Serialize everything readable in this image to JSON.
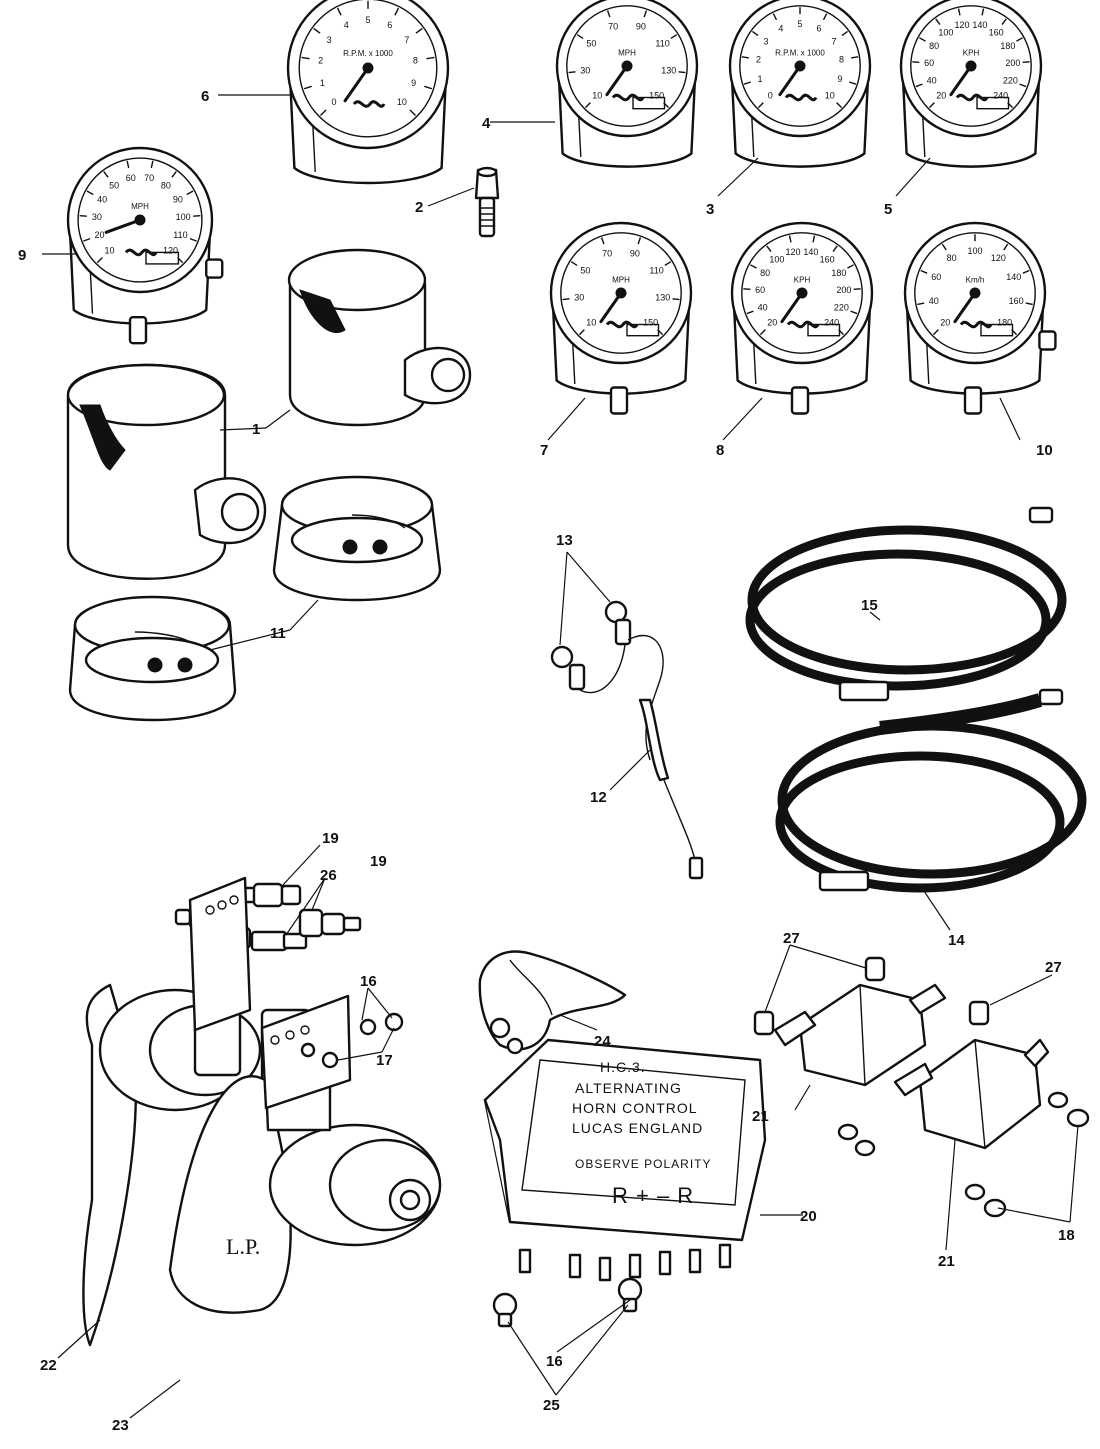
{
  "gauges": [
    {
      "id": "g6",
      "callout": "6",
      "kind": "rev",
      "numbers": [
        "0",
        "1",
        "2",
        "3",
        "4",
        "5",
        "6",
        "7",
        "8",
        "9",
        "10"
      ],
      "unit": "R.P.M. x 1000"
    },
    {
      "id": "g4",
      "callout": "4",
      "kind": "mph",
      "numbers": [
        "10",
        "30",
        "50",
        "70",
        "90",
        "110",
        "130",
        "150"
      ],
      "unit": "MPH"
    },
    {
      "id": "g3",
      "callout": "3",
      "kind": "rev",
      "numbers": [
        "0",
        "1",
        "2",
        "3",
        "4",
        "5",
        "6",
        "7",
        "8",
        "9",
        "10"
      ],
      "unit": "R.P.M. x 1000"
    },
    {
      "id": "g5",
      "callout": "5",
      "kind": "kph",
      "numbers": [
        "20",
        "40",
        "60",
        "80",
        "100",
        "120",
        "140",
        "160",
        "180",
        "200",
        "220",
        "240"
      ],
      "unit": "KPH"
    },
    {
      "id": "g9",
      "callout": "9",
      "kind": "mph2",
      "numbers": [
        "10",
        "20",
        "30",
        "40",
        "50",
        "60",
        "70",
        "80",
        "90",
        "100",
        "110",
        "120"
      ],
      "unit": "MPH"
    },
    {
      "id": "g7",
      "callout": "7",
      "kind": "mph",
      "numbers": [
        "10",
        "30",
        "50",
        "70",
        "90",
        "110",
        "130",
        "150"
      ],
      "unit": "MPH"
    },
    {
      "id": "g8",
      "callout": "8",
      "kind": "kph",
      "numbers": [
        "20",
        "40",
        "60",
        "80",
        "100",
        "120",
        "140",
        "160",
        "180",
        "200",
        "220",
        "240"
      ],
      "unit": "KPH"
    },
    {
      "id": "g10",
      "callout": "10",
      "kind": "kmh",
      "numbers": [
        "20",
        "40",
        "60",
        "80",
        "100",
        "120",
        "140",
        "160",
        "180"
      ],
      "unit": "Km/h"
    }
  ],
  "callouts": {
    "c1": "1",
    "c2": "2",
    "c11": "11",
    "c12": "12",
    "c13": "13",
    "c14": "14",
    "c15": "15",
    "c16a": "16",
    "c16b": "16",
    "c17": "17",
    "c18": "18",
    "c19a": "19",
    "c19b": "19",
    "c20": "20",
    "c21a": "21",
    "c21b": "21",
    "c22": "22",
    "c23": "23",
    "c24": "24",
    "c25": "25",
    "c26": "26",
    "c27a": "27",
    "c27b": "27"
  },
  "horn_control": {
    "line1": "H.C.3.",
    "line2": "ALTERNATING",
    "line3": "HORN CONTROL",
    "line4": "LUCAS ENGLAND",
    "line5": "OBSERVE POLARITY",
    "terminals": "R  +  –  R"
  },
  "horn_marking": "L.P."
}
